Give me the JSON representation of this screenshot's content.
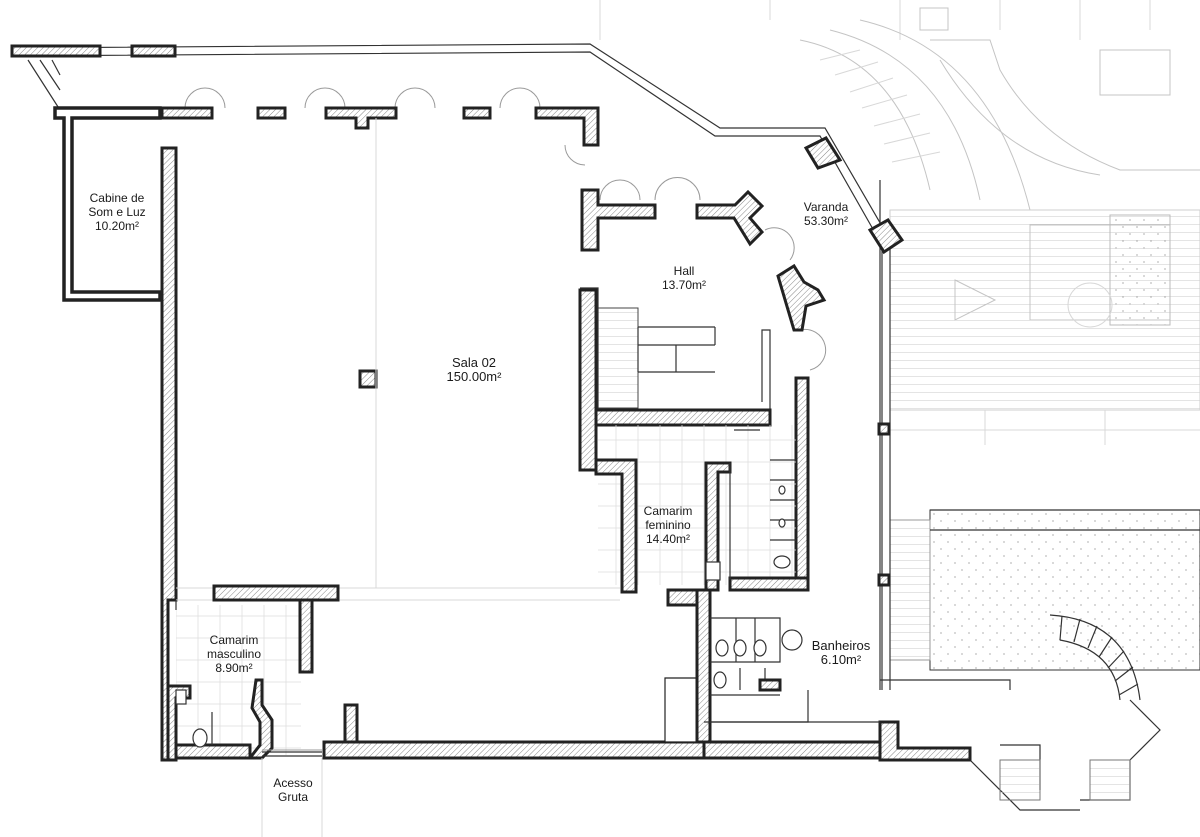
{
  "rooms": {
    "cabine": {
      "line1": "Cabine de",
      "line2": "Som e Luz",
      "area": "10.20m²"
    },
    "varanda": {
      "name": "Varanda",
      "area": "53.30m²"
    },
    "hall": {
      "name": "Hall",
      "area": "13.70m²"
    },
    "sala02": {
      "name": "Sala 02",
      "area": "150.00m²"
    },
    "camarim_feminino": {
      "line1": "Camarim",
      "line2": "feminino",
      "area": "14.40m²"
    },
    "camarim_masculino": {
      "line1": "Camarim",
      "line2": "masculino",
      "area": "8.90m²"
    },
    "banheiros": {
      "name": "Banheiros",
      "area": "6.10m²"
    },
    "acesso_gruta": {
      "line1": "Acesso",
      "line2": "Gruta"
    }
  }
}
